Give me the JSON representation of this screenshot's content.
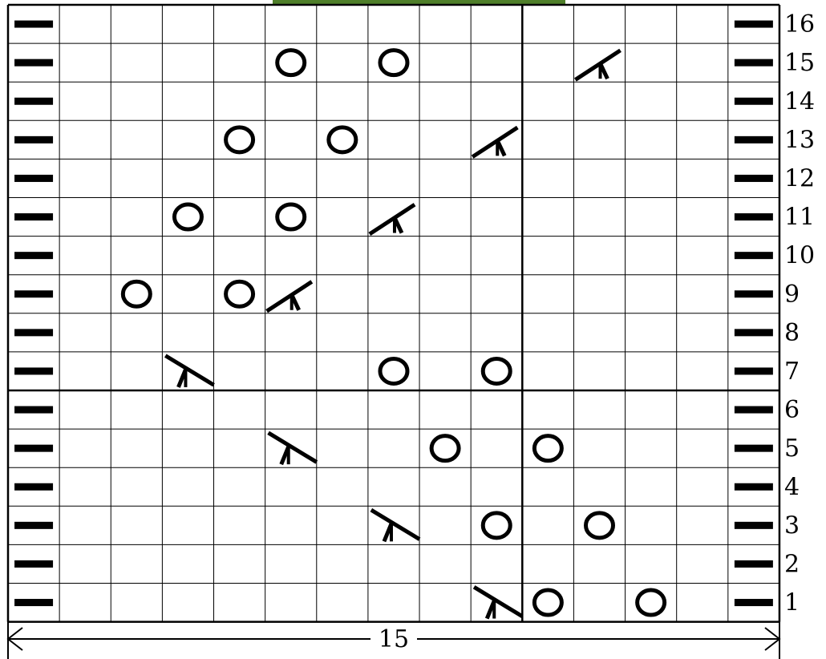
{
  "legend_key_width": "15",
  "stitch_symbols": {
    "purl": "purl-bar-symbol",
    "yarn_over": "yarn-over-circle-symbol",
    "k2tog": "decrease-right-symbol",
    "ssk": "decrease-left-symbol",
    "knit": "empty-cell"
  },
  "colors": {
    "ink": "#000000",
    "background": "#ffffff",
    "photo_green": "#4f7f2a"
  },
  "chart_data": {
    "type": "table",
    "title": "",
    "columns": 15,
    "row_labels": [
      "16",
      "15",
      "14",
      "13",
      "12",
      "11",
      "10",
      "9",
      "8",
      "7",
      "6",
      "5",
      "4",
      "3",
      "2",
      "1"
    ],
    "rows": [
      {
        "row": "16",
        "cells": [
          "purl",
          "",
          "",
          "",
          "",
          "",
          "",
          "",
          "",
          "",
          "",
          "",
          "",
          "",
          "purl"
        ]
      },
      {
        "row": "15",
        "cells": [
          "purl",
          "",
          "",
          "",
          "",
          "yo",
          "",
          "yo",
          "",
          "",
          "",
          "ssk",
          "",
          "",
          "purl"
        ]
      },
      {
        "row": "14",
        "cells": [
          "purl",
          "",
          "",
          "",
          "",
          "",
          "",
          "",
          "",
          "",
          "",
          "",
          "",
          "",
          "purl"
        ]
      },
      {
        "row": "13",
        "cells": [
          "purl",
          "",
          "",
          "",
          "yo",
          "",
          "yo",
          "",
          "",
          "ssk",
          "",
          "",
          "",
          "",
          "purl"
        ]
      },
      {
        "row": "12",
        "cells": [
          "purl",
          "",
          "",
          "",
          "",
          "",
          "",
          "",
          "",
          "",
          "",
          "",
          "",
          "",
          "purl"
        ]
      },
      {
        "row": "11",
        "cells": [
          "purl",
          "",
          "",
          "yo",
          "",
          "yo",
          "",
          "ssk",
          "",
          "",
          "",
          "",
          "",
          "",
          "purl"
        ]
      },
      {
        "row": "10",
        "cells": [
          "purl",
          "",
          "",
          "",
          "",
          "",
          "",
          "",
          "",
          "",
          "",
          "",
          "",
          "",
          "purl"
        ]
      },
      {
        "row": "9",
        "cells": [
          "purl",
          "",
          "yo",
          "",
          "yo",
          "ssk",
          "",
          "",
          "",
          "",
          "",
          "",
          "",
          "",
          "purl"
        ]
      },
      {
        "row": "8",
        "cells": [
          "purl",
          "",
          "",
          "",
          "",
          "",
          "",
          "",
          "",
          "",
          "",
          "",
          "",
          "",
          "purl"
        ]
      },
      {
        "row": "7",
        "cells": [
          "purl",
          "",
          "",
          "k2tog",
          "",
          "",
          "",
          "yo",
          "",
          "yo",
          "",
          "",
          "",
          "",
          "purl"
        ]
      },
      {
        "row": "6",
        "cells": [
          "purl",
          "",
          "",
          "",
          "",
          "",
          "",
          "",
          "",
          "",
          "",
          "",
          "",
          "",
          "purl"
        ]
      },
      {
        "row": "5",
        "cells": [
          "purl",
          "",
          "",
          "",
          "",
          "k2tog",
          "",
          "",
          "yo",
          "",
          "yo",
          "",
          "",
          "",
          "purl"
        ]
      },
      {
        "row": "4",
        "cells": [
          "purl",
          "",
          "",
          "",
          "",
          "",
          "",
          "",
          "",
          "",
          "",
          "",
          "",
          "",
          "purl"
        ]
      },
      {
        "row": "3",
        "cells": [
          "purl",
          "",
          "",
          "",
          "",
          "",
          "",
          "k2tog",
          "",
          "yo",
          "",
          "yo",
          "",
          "",
          "purl"
        ]
      },
      {
        "row": "2",
        "cells": [
          "purl",
          "",
          "",
          "",
          "",
          "",
          "",
          "",
          "",
          "",
          "",
          "",
          "",
          "",
          "purl"
        ]
      },
      {
        "row": "1",
        "cells": [
          "purl",
          "",
          "",
          "",
          "",
          "",
          "",
          "",
          "",
          "k2tog",
          "yo",
          "",
          "yo",
          "",
          "purl"
        ]
      }
    ],
    "grid": true
  }
}
